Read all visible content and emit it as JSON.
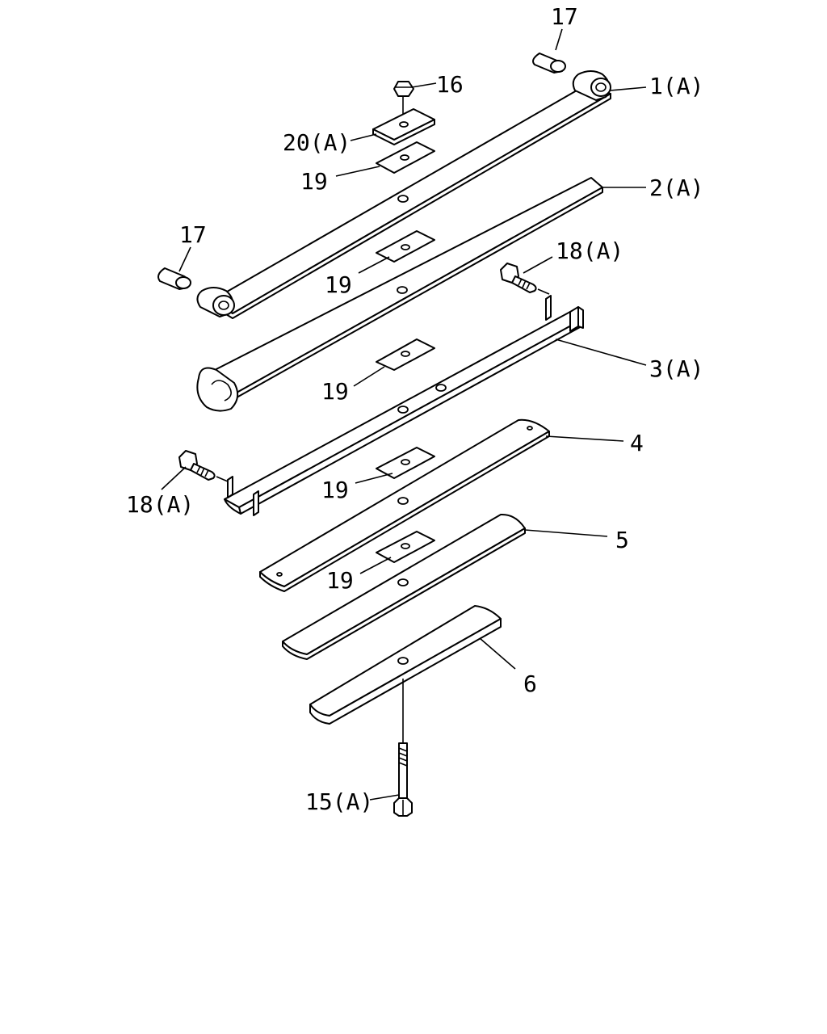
{
  "diagram": {
    "labels": {
      "p17_top": "17",
      "p16": "16",
      "p1": "1(A)",
      "p20": "20(A)",
      "p19_a": "19",
      "p2": "2(A)",
      "p17_left": "17",
      "p18_right": "18(A)",
      "p19_b": "19",
      "p3": "3(A)",
      "p19_c": "19",
      "p4": "4",
      "p18_left": "18(A)",
      "p19_d": "19",
      "p5": "5",
      "p19_e": "19",
      "p6": "6",
      "p15": "15(A)"
    }
  }
}
